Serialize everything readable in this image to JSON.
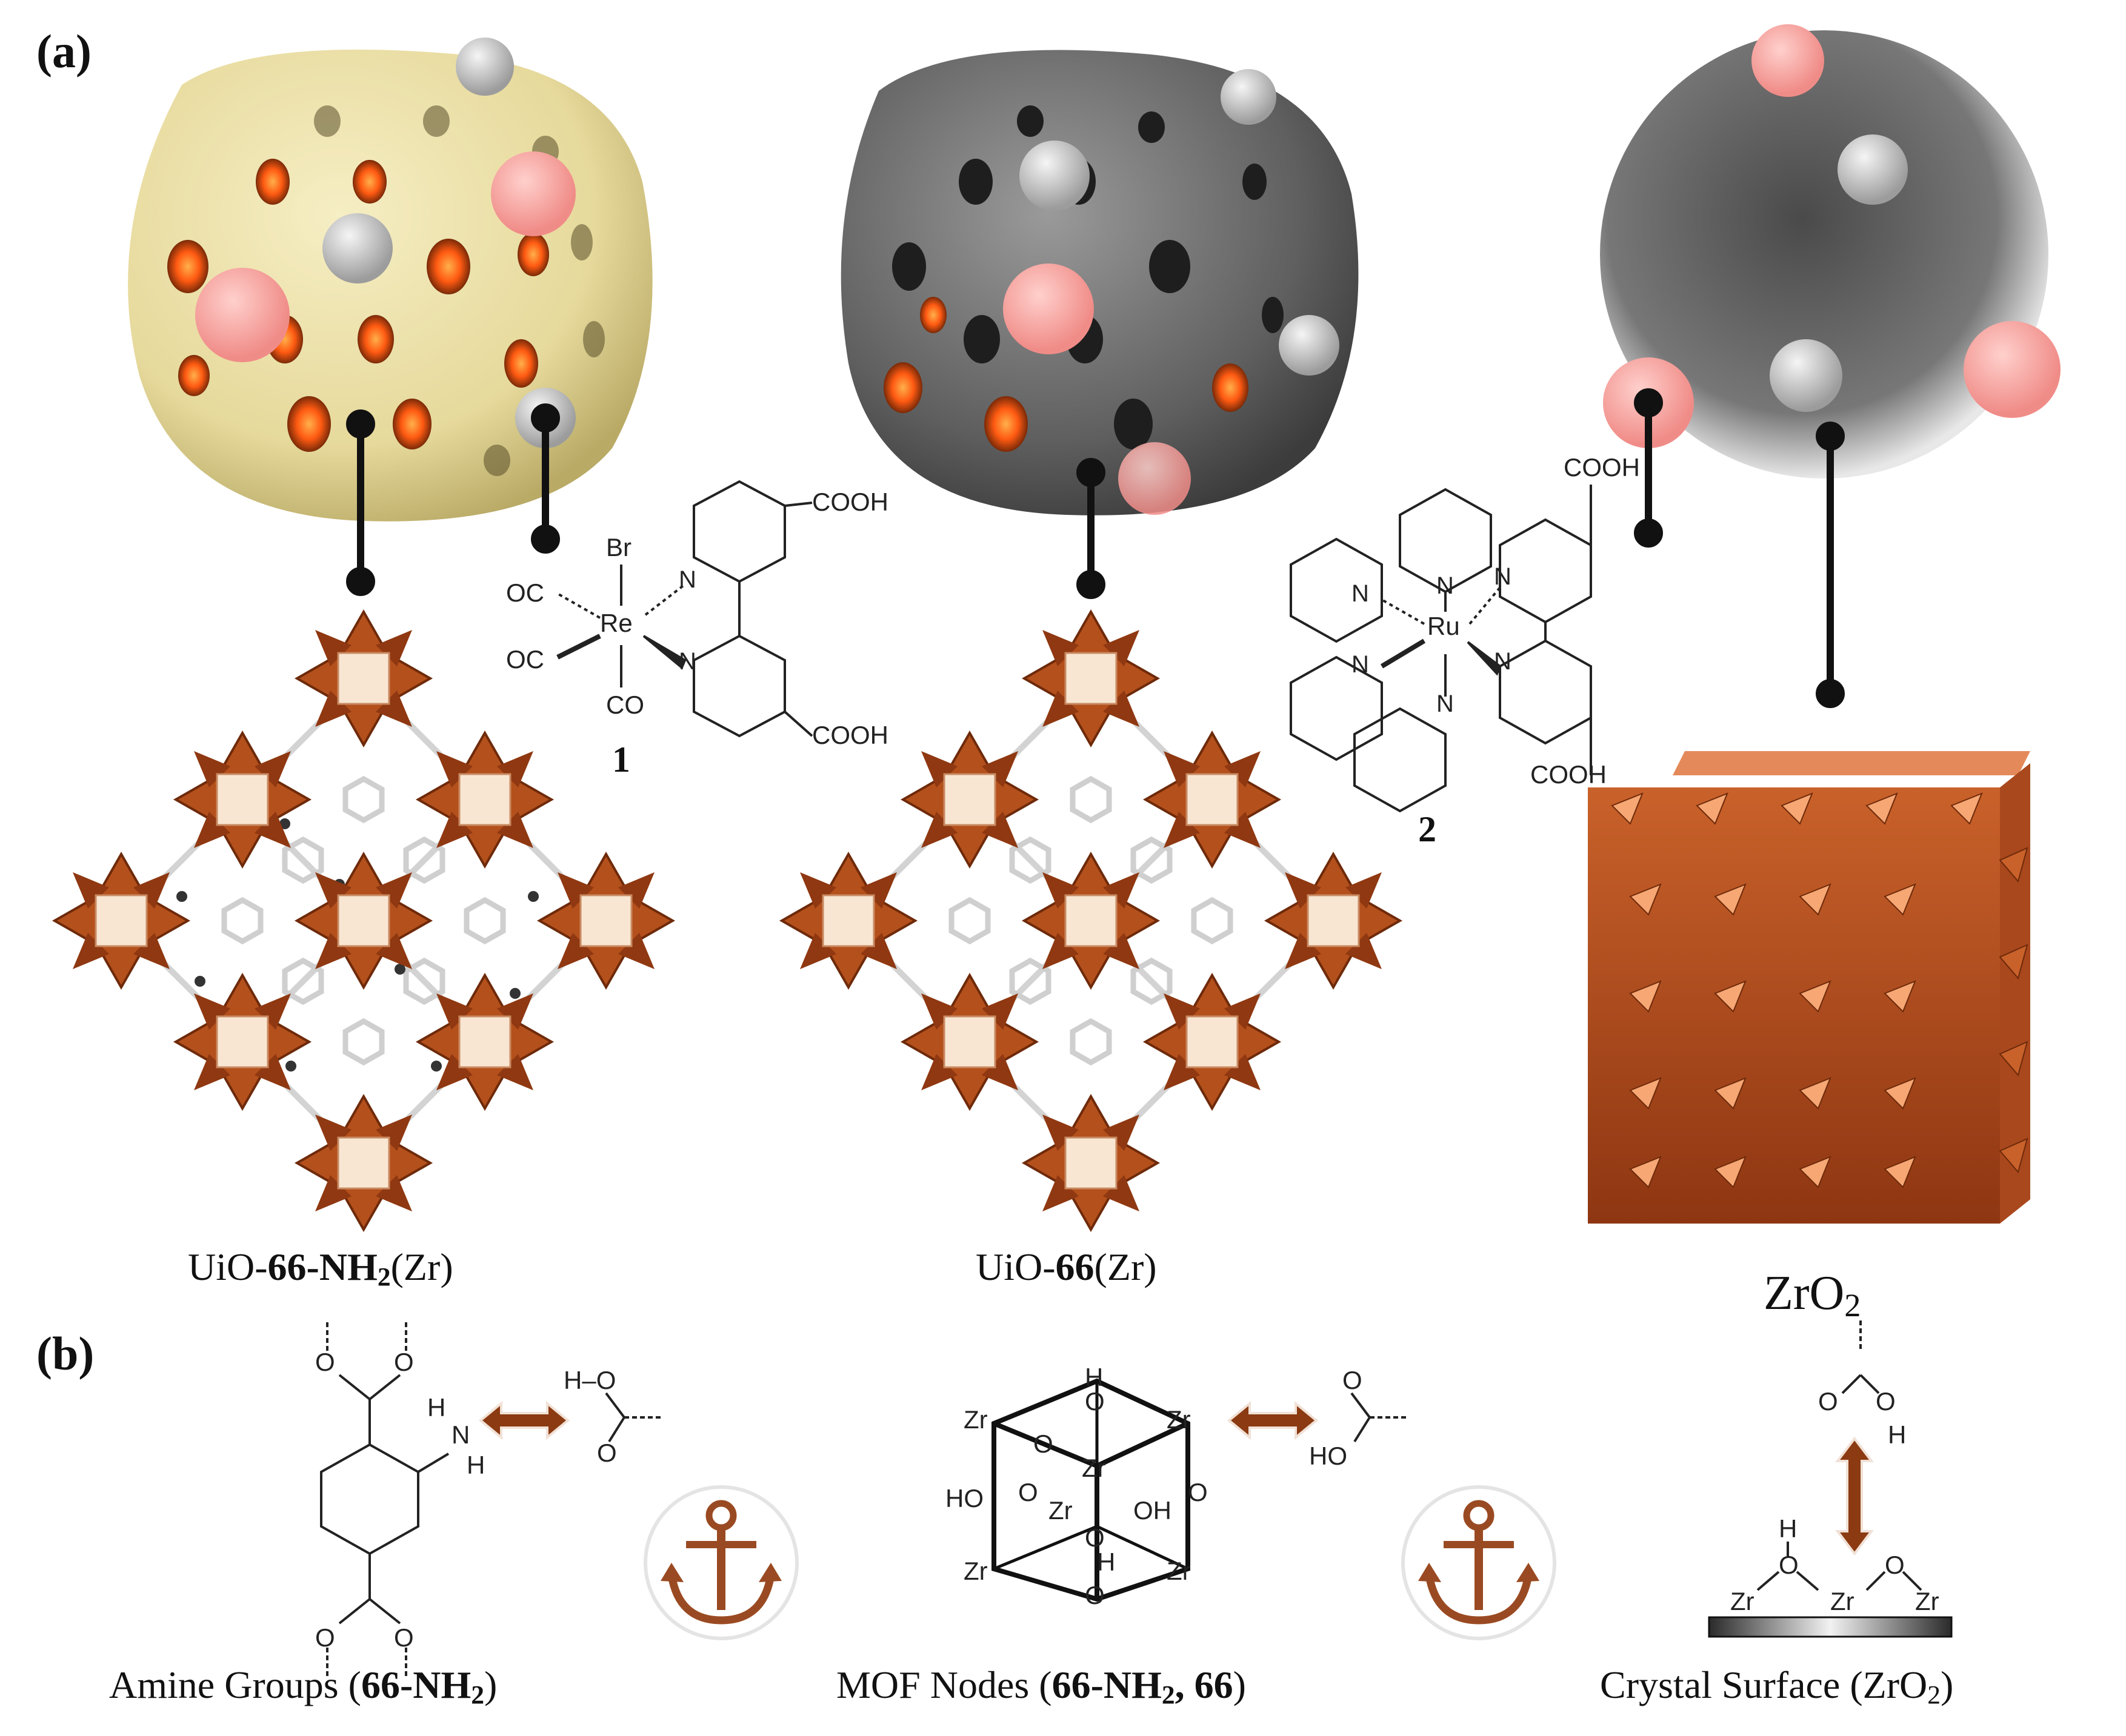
{
  "panels": {
    "a": "(a)",
    "b": "(b)"
  },
  "captions": {
    "uio66nh2_prefix": "UiO-",
    "uio66nh2_bold": "66-NH",
    "uio66nh2_sub": "2",
    "uio66nh2_suffix": "(Zr)",
    "uio66_prefix": "UiO-",
    "uio66_bold": "66",
    "uio66_suffix": "(Zr)",
    "zro2_main": "ZrO",
    "zro2_sub": "2",
    "amine_prefix": "Amine Groups (",
    "amine_bold": "66-NH",
    "amine_sub": "2",
    "amine_suffix": ")",
    "nodes_prefix": "MOF Nodes (",
    "nodes_bold1": "66-NH",
    "nodes_sub": "2",
    "nodes_bold2": ", 66",
    "nodes_suffix": ")",
    "surface_prefix": "Crystal Surface (ZrO",
    "surface_sub": "2",
    "surface_suffix": ")"
  },
  "complex1": {
    "number": "1",
    "metal": "Re",
    "br": "Br",
    "co": "OC",
    "co_bottom": "CO",
    "n": "N",
    "cooh": "COOH"
  },
  "complex2": {
    "number": "2",
    "metal": "Ru",
    "n": "N",
    "cooh": "COOH"
  },
  "panel_b": {
    "amine": {
      "o": "O",
      "n": "N",
      "h": "H",
      "ho": "H–O"
    },
    "node": {
      "zr": "Zr",
      "o": "O",
      "h": "H",
      "ho": "HO",
      "oh": "OH"
    },
    "surface": {
      "zr": "Zr",
      "o": "O",
      "h": "H"
    }
  },
  "colors": {
    "mof_yellow": "#e9dfa6",
    "mof_gray": "#6f6f6f",
    "node_orange": "#b8531f",
    "node_face": "#f7e4cf",
    "pore_glow": "#ff6a1a",
    "dye_pink": "#f4a3a0",
    "ball_gray": "#c8c8c8",
    "arrow_brown": "#8b3a12",
    "anchor_brown": "#9a4a22"
  },
  "icons": [
    "anchor-icon",
    "double-arrow-icon"
  ]
}
